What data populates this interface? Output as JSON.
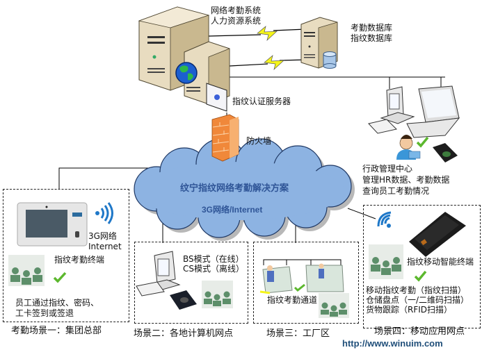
{
  "servers": {
    "main_server_label": [
      "网络考勤系统",
      "人力资源系统"
    ],
    "db_server_label": [
      "考勤数据库",
      "指纹数据库"
    ],
    "auth_server_label": "指纹认证服务器",
    "firewall_label": "防火墙"
  },
  "admin_center": {
    "lines": [
      "行政管理中心",
      "管理HR数据、考勤数据",
      "查询员工考勤情况"
    ]
  },
  "cloud": {
    "title": "纹宁指纹网络考勤解决方案",
    "subtitle": "3G网络/Internet"
  },
  "scenes": [
    {
      "caption": "考勤场景一：集团总部",
      "network_label": [
        "3G网络",
        "Internet"
      ],
      "device_label": "指纹考勤终端",
      "description": [
        "员工通过指纹、密码、",
        "工卡签到或签退"
      ]
    },
    {
      "caption": "场景二：各地计算机网点",
      "mode_labels": [
        "BS模式（在线）",
        "CS模式（离线）"
      ]
    },
    {
      "caption": "场景三：工厂区",
      "device_label": "指纹考勤通道"
    },
    {
      "caption": "场景四：移动应用网点",
      "device_label": "指纹移动智能终端",
      "description": [
        "移动指纹考勤（指纹扫描）",
        "仓储盘点（一/二维码扫描）",
        "货物跟踪（RFID扫描）"
      ]
    }
  ],
  "footer": {
    "url": "http://www.winuim.com"
  },
  "colors": {
    "cloud_fill": "#8db3e2",
    "cloud_text": "#2f5597",
    "firewall": "#f0883a",
    "lightning": "#f5f51a",
    "checkmark": "#5cb82e",
    "wifi": "#1f78c8"
  }
}
